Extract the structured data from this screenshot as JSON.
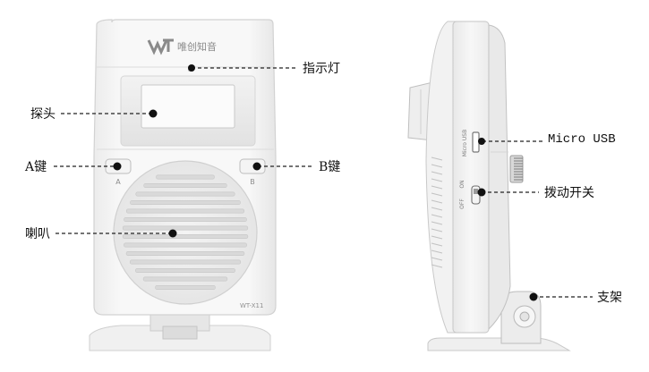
{
  "device": {
    "brand": "WT",
    "brand_text": "唯创知音",
    "model": "WT-X11",
    "button_a_caption": "A",
    "button_b_caption": "B",
    "side_usb_text": "Micro USB",
    "side_on_text": "ON",
    "side_off_text": "OFF"
  },
  "callouts": {
    "indicator": "指示灯",
    "probe": "探头",
    "key_a": "A键",
    "key_b": "B键",
    "speaker": "喇叭",
    "micro_usb": "Micro USB",
    "toggle_switch": "拨动开关",
    "bracket": "支架"
  },
  "colors": {
    "body": "#f6f6f6",
    "outline": "#d4d4d4",
    "dark": "#222222",
    "logo": "#8a8a8a"
  }
}
